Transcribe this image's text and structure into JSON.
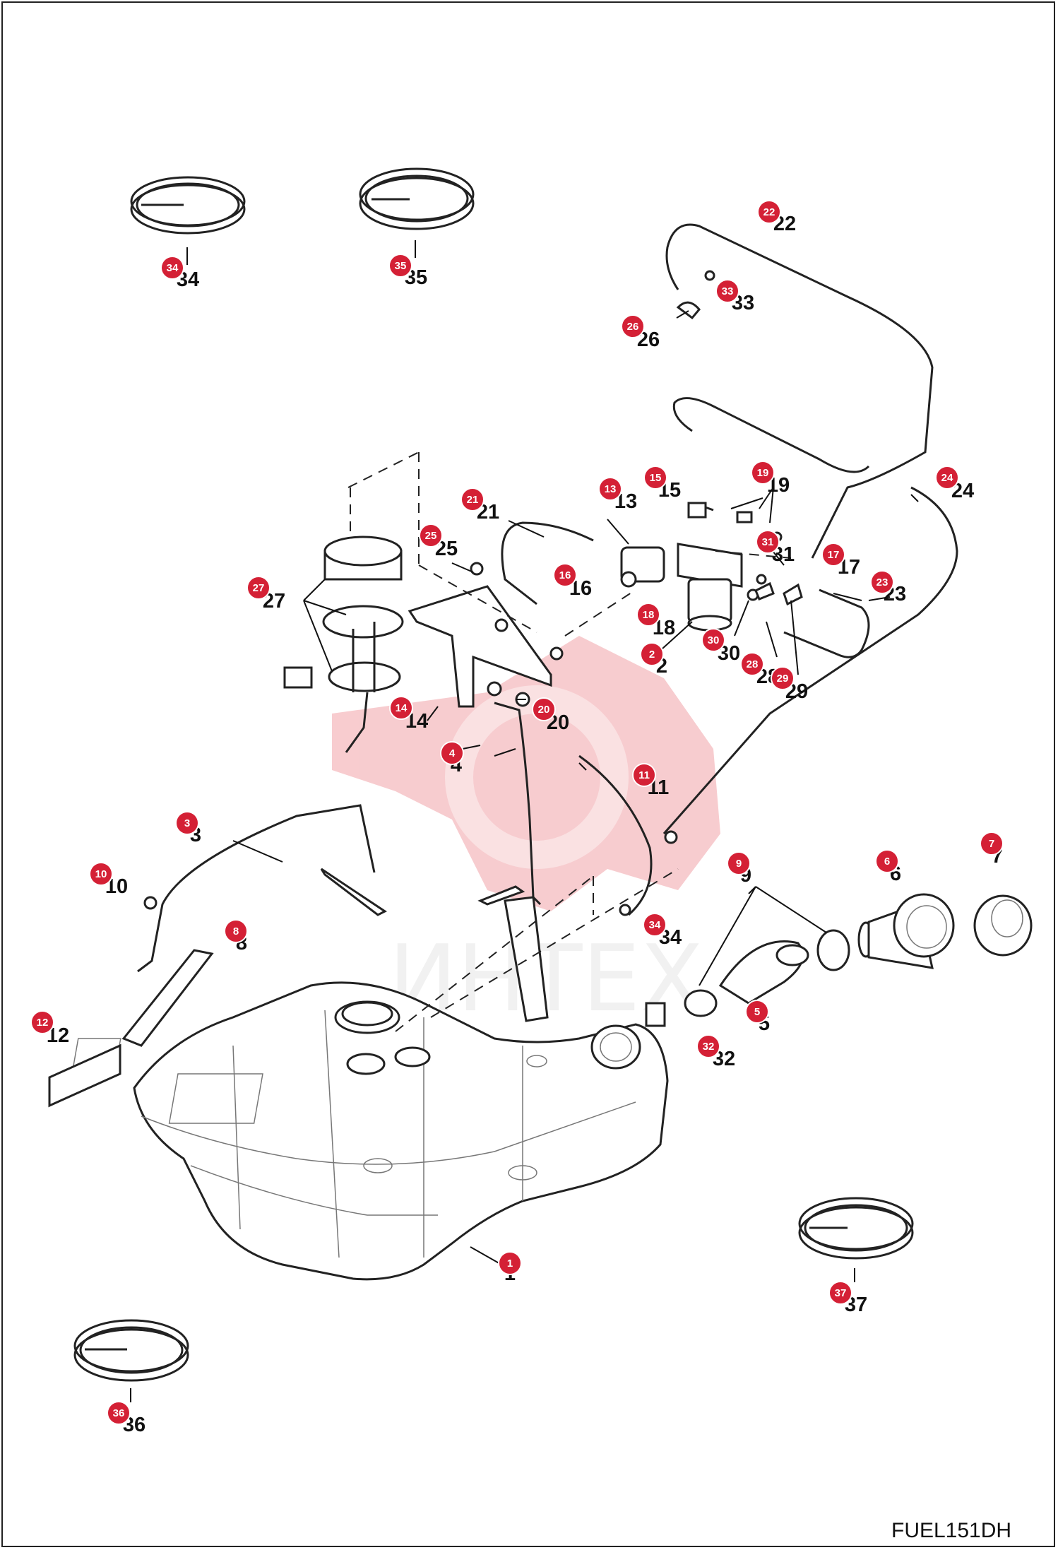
{
  "diagram": {
    "code": "FUEL151DH",
    "watermark_text": "ИНТЕХ",
    "colors": {
      "badge": "#d42035",
      "line": "#111111",
      "watermark": "#f5c6c8"
    },
    "callouts": [
      {
        "id": "1",
        "label": "1"
      },
      {
        "id": "2",
        "label": "2"
      },
      {
        "id": "3",
        "label": "3"
      },
      {
        "id": "4",
        "label": "4"
      },
      {
        "id": "5",
        "label": "5"
      },
      {
        "id": "6",
        "label": "6"
      },
      {
        "id": "7",
        "label": "7"
      },
      {
        "id": "8",
        "label": "8"
      },
      {
        "id": "9",
        "label": "9"
      },
      {
        "id": "10",
        "label": "10"
      },
      {
        "id": "11",
        "label": "11"
      },
      {
        "id": "12",
        "label": "12"
      },
      {
        "id": "13",
        "label": "13"
      },
      {
        "id": "14",
        "label": "14"
      },
      {
        "id": "15",
        "label": "15"
      },
      {
        "id": "16",
        "label": "16"
      },
      {
        "id": "17",
        "label": "17"
      },
      {
        "id": "18",
        "label": "18"
      },
      {
        "id": "19",
        "label": "19"
      },
      {
        "id": "20",
        "label": "20"
      },
      {
        "id": "21",
        "label": "21"
      },
      {
        "id": "22",
        "label": "22"
      },
      {
        "id": "23",
        "label": "23"
      },
      {
        "id": "24",
        "label": "24"
      },
      {
        "id": "25",
        "label": "25"
      },
      {
        "id": "26",
        "label": "26"
      },
      {
        "id": "27",
        "label": "27"
      },
      {
        "id": "28",
        "label": "28"
      },
      {
        "id": "29",
        "label": "29"
      },
      {
        "id": "30",
        "label": "30"
      },
      {
        "id": "31",
        "label": "31"
      },
      {
        "id": "32",
        "label": "32"
      },
      {
        "id": "33",
        "label": "33"
      },
      {
        "id": "34a",
        "label": "34"
      },
      {
        "id": "34b",
        "label": "34"
      },
      {
        "id": "35",
        "label": "35"
      },
      {
        "id": "36",
        "label": "36"
      },
      {
        "id": "37",
        "label": "37"
      }
    ]
  }
}
